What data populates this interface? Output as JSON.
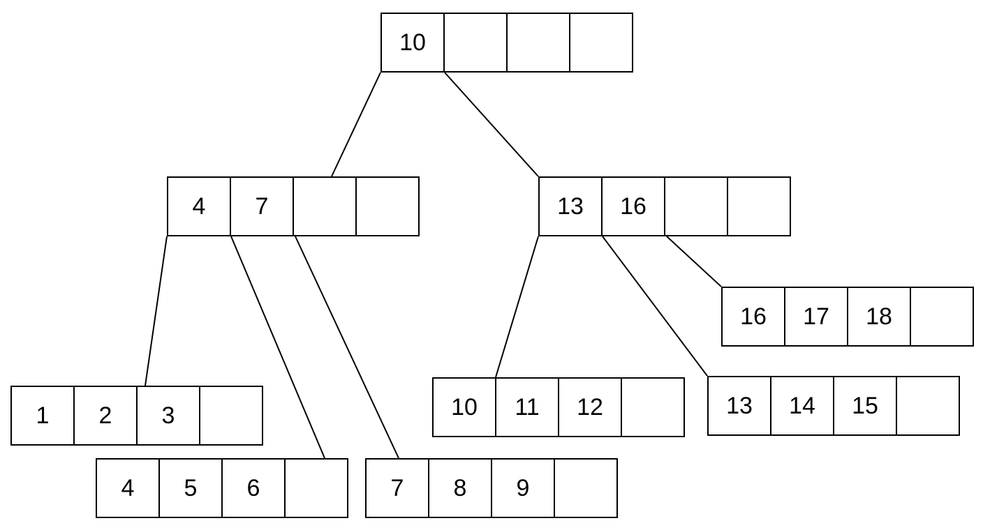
{
  "tree": {
    "root": [
      "10",
      "",
      "",
      ""
    ],
    "internal_left": [
      "4",
      "7",
      "",
      ""
    ],
    "internal_right": [
      "13",
      "16",
      "",
      ""
    ],
    "leaf_1": [
      "1",
      "2",
      "3",
      ""
    ],
    "leaf_2": [
      "4",
      "5",
      "6",
      ""
    ],
    "leaf_3": [
      "7",
      "8",
      "9",
      ""
    ],
    "leaf_4": [
      "10",
      "11",
      "12",
      ""
    ],
    "leaf_5": [
      "13",
      "14",
      "15",
      ""
    ],
    "leaf_6": [
      "16",
      "17",
      "18",
      ""
    ]
  }
}
